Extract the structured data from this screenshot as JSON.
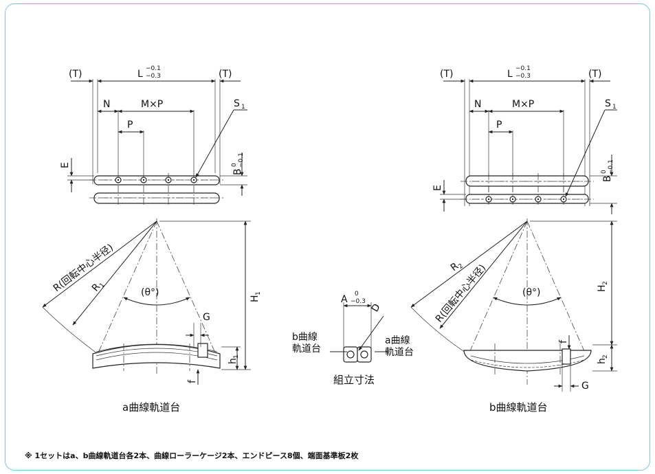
{
  "drawing": {
    "left_view": {
      "T_left": "(T)",
      "T_right": "(T)",
      "L_label": "L",
      "L_tol_upper": "−0.1",
      "L_tol_lower": "−0.3",
      "N_label": "N",
      "MxP_label": "M×P",
      "P_label": "P",
      "S1_label": "S",
      "S1_sub": "1",
      "B_label": "B",
      "B_tol_upper": "0",
      "B_tol_lower": "−0.1",
      "E_label": "E",
      "R_label": "R(回転中心半径)",
      "R1_label": "R",
      "R1_sub": "1",
      "theta_label": "(θ°)",
      "G_label": "G",
      "H1_label": "H",
      "H1_sub": "1",
      "h1_label": "h",
      "h1_sub": "1",
      "f_label": "f",
      "caption": "a曲線軌道台"
    },
    "center_view": {
      "A_label": "A",
      "A_tol_upper": "0",
      "A_tol_lower": "−0.3",
      "D_label": "D",
      "b_rail_line1": "b曲線",
      "b_rail_line2": "軌道台",
      "a_rail_line1": "a曲線",
      "a_rail_line2": "軌道台",
      "caption": "組立寸法"
    },
    "right_view": {
      "T_left": "(T)",
      "T_right": "(T)",
      "L_label": "L",
      "L_tol_upper": "−0.1",
      "L_tol_lower": "−0.3",
      "N_label": "N",
      "MxP_label": "M×P",
      "P_label": "P",
      "S1_label": "S",
      "S1_sub": "1",
      "B_label": "B",
      "B_tol_upper": "0",
      "B_tol_lower": "−0.1",
      "E_label": "E",
      "R2_label": "R",
      "R2_sub": "2",
      "R_label": "R(回転中心半径)",
      "theta_label": "(θ°)",
      "H2_label": "H",
      "H2_sub": "2",
      "h2_label": "h",
      "h2_sub": "2",
      "f_label": "f",
      "G_label": "G",
      "caption": "b曲線軌道台"
    }
  },
  "footnote": "※ 1セットはa、b曲線軌道台各2本、曲線ローラーケージ2本、エンドピース8個、端面基準板2枚"
}
